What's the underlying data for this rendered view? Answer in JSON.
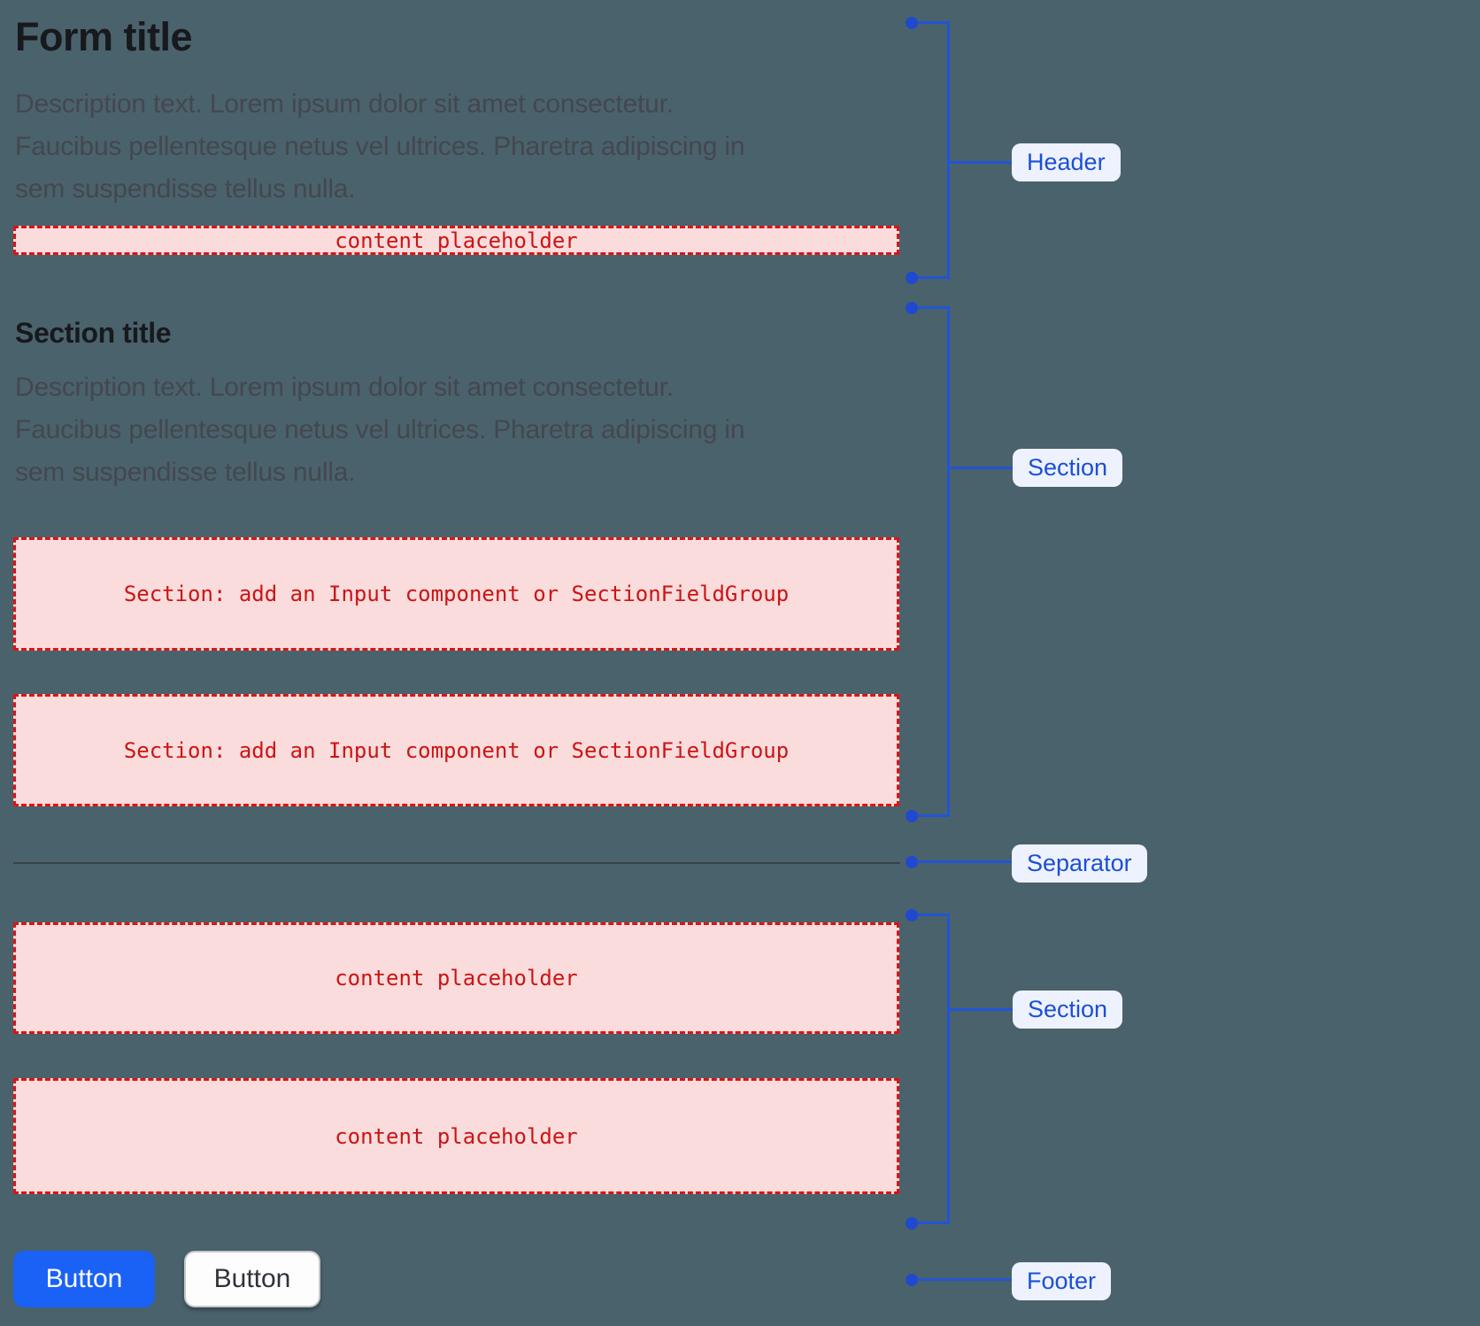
{
  "form": {
    "title": "Form title",
    "description_lines": [
      "Description text. Lorem ipsum dolor sit amet consectetur.",
      "Faucibus pellentesque netus vel ultrices. Pharetra adipiscing in",
      "sem suspendisse tellus nulla."
    ],
    "header_placeholder": "content placeholder",
    "section_top": {
      "title": "Section title",
      "description_lines": [
        "Description text. Lorem ipsum dolor sit amet consectetur.",
        "Faucibus pellentesque netus vel ultrices. Pharetra adipiscing in",
        "sem suspendisse tellus nulla."
      ],
      "slot1": "Section: add an Input component or SectionFieldGroup",
      "slot2": "Section: add an Input component or SectionFieldGroup"
    },
    "section_bottom": {
      "slot1": "content placeholder",
      "slot2": "content placeholder"
    },
    "footer": {
      "primary_button_label": "Button",
      "secondary_button_label": "Button"
    }
  },
  "annotations": {
    "header_label": "Header",
    "section_top_label": "Section",
    "separator_label": "Separator",
    "section_bottom_label": "Section",
    "footer_label": "Footer"
  },
  "colors": {
    "background": "#4a626c",
    "annotation_blue": "#2155d4",
    "annotation_pill_bg": "#edf2fe",
    "placeholder_bg": "#fadcdc",
    "placeholder_border": "#d81515",
    "placeholder_text": "#cc1414",
    "primary_button_bg": "#1a62f5",
    "separator_line": "#39434a"
  }
}
